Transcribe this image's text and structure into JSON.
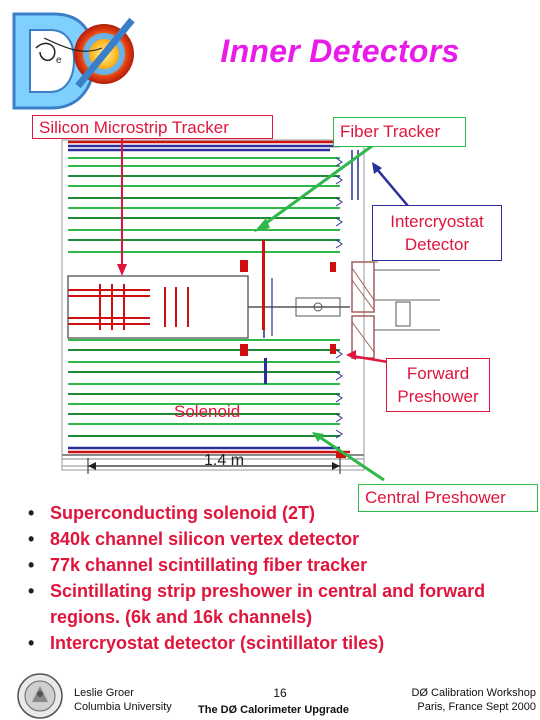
{
  "slide": {
    "title": "Inner Detectors",
    "logo_text": "DØ"
  },
  "labels": {
    "silicon_tracker": "Silicon Microstrip Tracker",
    "fiber_tracker": "Fiber Tracker",
    "icd_line1": "Intercryostat",
    "icd_line2": "Detector",
    "fps_line1": "Forward",
    "fps_line2": "Preshower",
    "central_preshower": "Central Preshower",
    "solenoid": "Solenoid",
    "length": "1.4 m"
  },
  "bullets": [
    "Superconducting solenoid (2T)",
    "840k channel silicon vertex detector",
    "77k channel scintillating fiber tracker",
    "Scintillating strip preshower in central and forward regions.  (6k and 16k channels)",
    "Intercryostat detector (scintillator tiles)"
  ],
  "footer": {
    "author": "Leslie Groer",
    "institution": "Columbia University",
    "page": "16",
    "talk_title": "The DØ Calorimeter Upgrade",
    "workshop": "DØ Calibration Workshop",
    "place_date": "Paris, France Sept 2000"
  },
  "colors": {
    "title": "#e81be8",
    "label_text": "#e0153c",
    "green": "#2eb84a",
    "navy": "#2a2f9c",
    "red": "#e0153c"
  }
}
